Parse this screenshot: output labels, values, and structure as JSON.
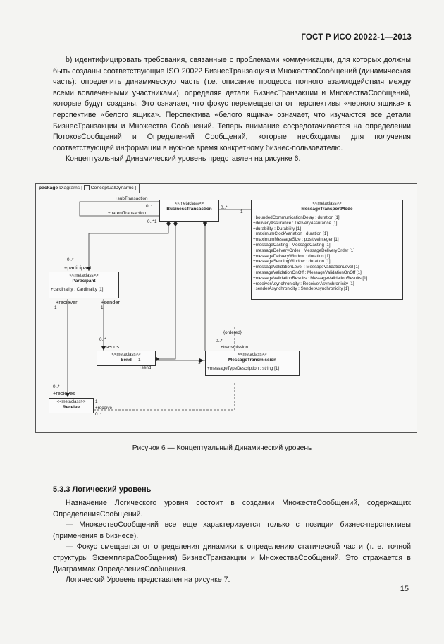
{
  "header": {
    "title": "ГОСТ Р ИСО 20022-1—2013"
  },
  "paragraphs": {
    "p1": "b) идентифицировать требования, связанные с проблемами коммуникации, для которых должны быть созданы соответствующие ISO 20022 БизнесТранзакция и МножествоСообщений (динамическая часть): определить динамическую часть (т.е. описание процесса полного взаимодействия между всеми вовлеченными участниками), определяя детали БизнесТранзакции и МножестваСообщений, которые будут созданы. Это означает, что фокус перемещается от перспективы «черного ящика» к перспективе «белого ящика». Перспектива «белого ящика» означает, что изучаются все детали БизнесТранзакции и Множества Сообщений. Теперь внимание сосредотачивается на определении ПотоковСообщений и Определений Сообщений, которые необходимы для получения соответствующей информации в нужное время конкретному бизнес-пользователю.",
    "p2": "Концептуальный Динамический уровень представлен на рисунке 6."
  },
  "diagram": {
    "tab_package": "package",
    "tab_name": "Diagrams",
    "tab_view": "ConceptualDynamic",
    "classes": {
      "business_transaction": {
        "stereotype": "<<metaclass>>",
        "name": "BusinessTransaction"
      },
      "message_transport_mode": {
        "stereotype": "<<metaclass>>",
        "name": "MessageTransportMode",
        "attributes": [
          "+boundedCommunicationDelay : duration [1]",
          "+deliveryAssurance : DeliveryAssurance [1]",
          "+durability : Durability [1]",
          "+maximumClockVariation : duration [1]",
          "+maximumMessageSize : positiveInteger [1]",
          "+messageCasting : MessageCasting [1]",
          "+messageDeliveryOrder : MessageDeliveryOrder [1]",
          "+messageDeliveryWindow : duration [1]",
          "+messageSendingWindow : duration [1]",
          "+messageValidationLevel : MessageValidationLevel [1]",
          "+messageValidationOnOff : MessageValidationOnOff [1]",
          "+messageValidationResults : MessageValidationResults [1]",
          "+receiverAsynchronicity : ReceiverAsynchronicity [1]",
          "+senderAsynchronicity : SenderAsynchronicity [1]"
        ]
      },
      "participant": {
        "stereotype": "<<metaclass>>",
        "name": "Participant",
        "attributes": [
          "+cardinality : Cardinality [1]"
        ]
      },
      "send": {
        "stereotype": "<<metaclass>>",
        "name": "Send"
      },
      "message_transmission": {
        "stereotype": "<<metaclass>>",
        "name": "MessageTransmission",
        "attributes": [
          "+messageTypeDescription : string [1]"
        ]
      },
      "receive": {
        "stereotype": "<<metaclass>>",
        "name": "Receive"
      }
    },
    "labels": {
      "sub_transaction": "+subTransaction",
      "parent_transaction": "+parentTransaction",
      "m_0n_a": "0..*",
      "m_1_a": "1",
      "m_0n_b": "0..*",
      "m_1_b": "1",
      "m_0n_c": "0..*",
      "m_1_c": "1",
      "m_0n_part": "0..*",
      "participant_role": "+participant",
      "reciever_role": "+reciever",
      "m_1_rec": "1",
      "sender_role": "+sender",
      "m_1_snd": "1",
      "m_0n_sends": "0..*",
      "sends_role": "+sends",
      "m_1_send_r": "1",
      "send_role": "+send",
      "m_1_mt": "1",
      "ordered": "{ordered}",
      "m_0n_mt": "0..*",
      "transmission_role": "+transmission",
      "m_0n_recieves": "0..*",
      "recieves_role": "+recieves",
      "receive_role": "+receive",
      "m_1_rcv": "1",
      "m_0n_rcv": "0..*"
    }
  },
  "caption": "Рисунок 6 — Концептуальный  Динамический  уровень",
  "section": {
    "title": "5.3.3 Логический уровень",
    "p1": "Назначение Логического уровня состоит в создании МножествСообщений, содержащих ОпределенияСообщений.",
    "p2": "— МножествоСообщений все еще характеризуется только с позиции бизнес-перспективы (применения в бизнесе).",
    "p3": "— Фокус смещается от определения динамики к определению статической части (т. е. точной структуры ЭкземпляраСообщения) БизнесТранзакции и МножестваСообщений. Это отражается в Диаграммах ОпределенияСообщения.",
    "p4": "Логический Уровень представлен на рисунке 7."
  },
  "page_number": "15"
}
